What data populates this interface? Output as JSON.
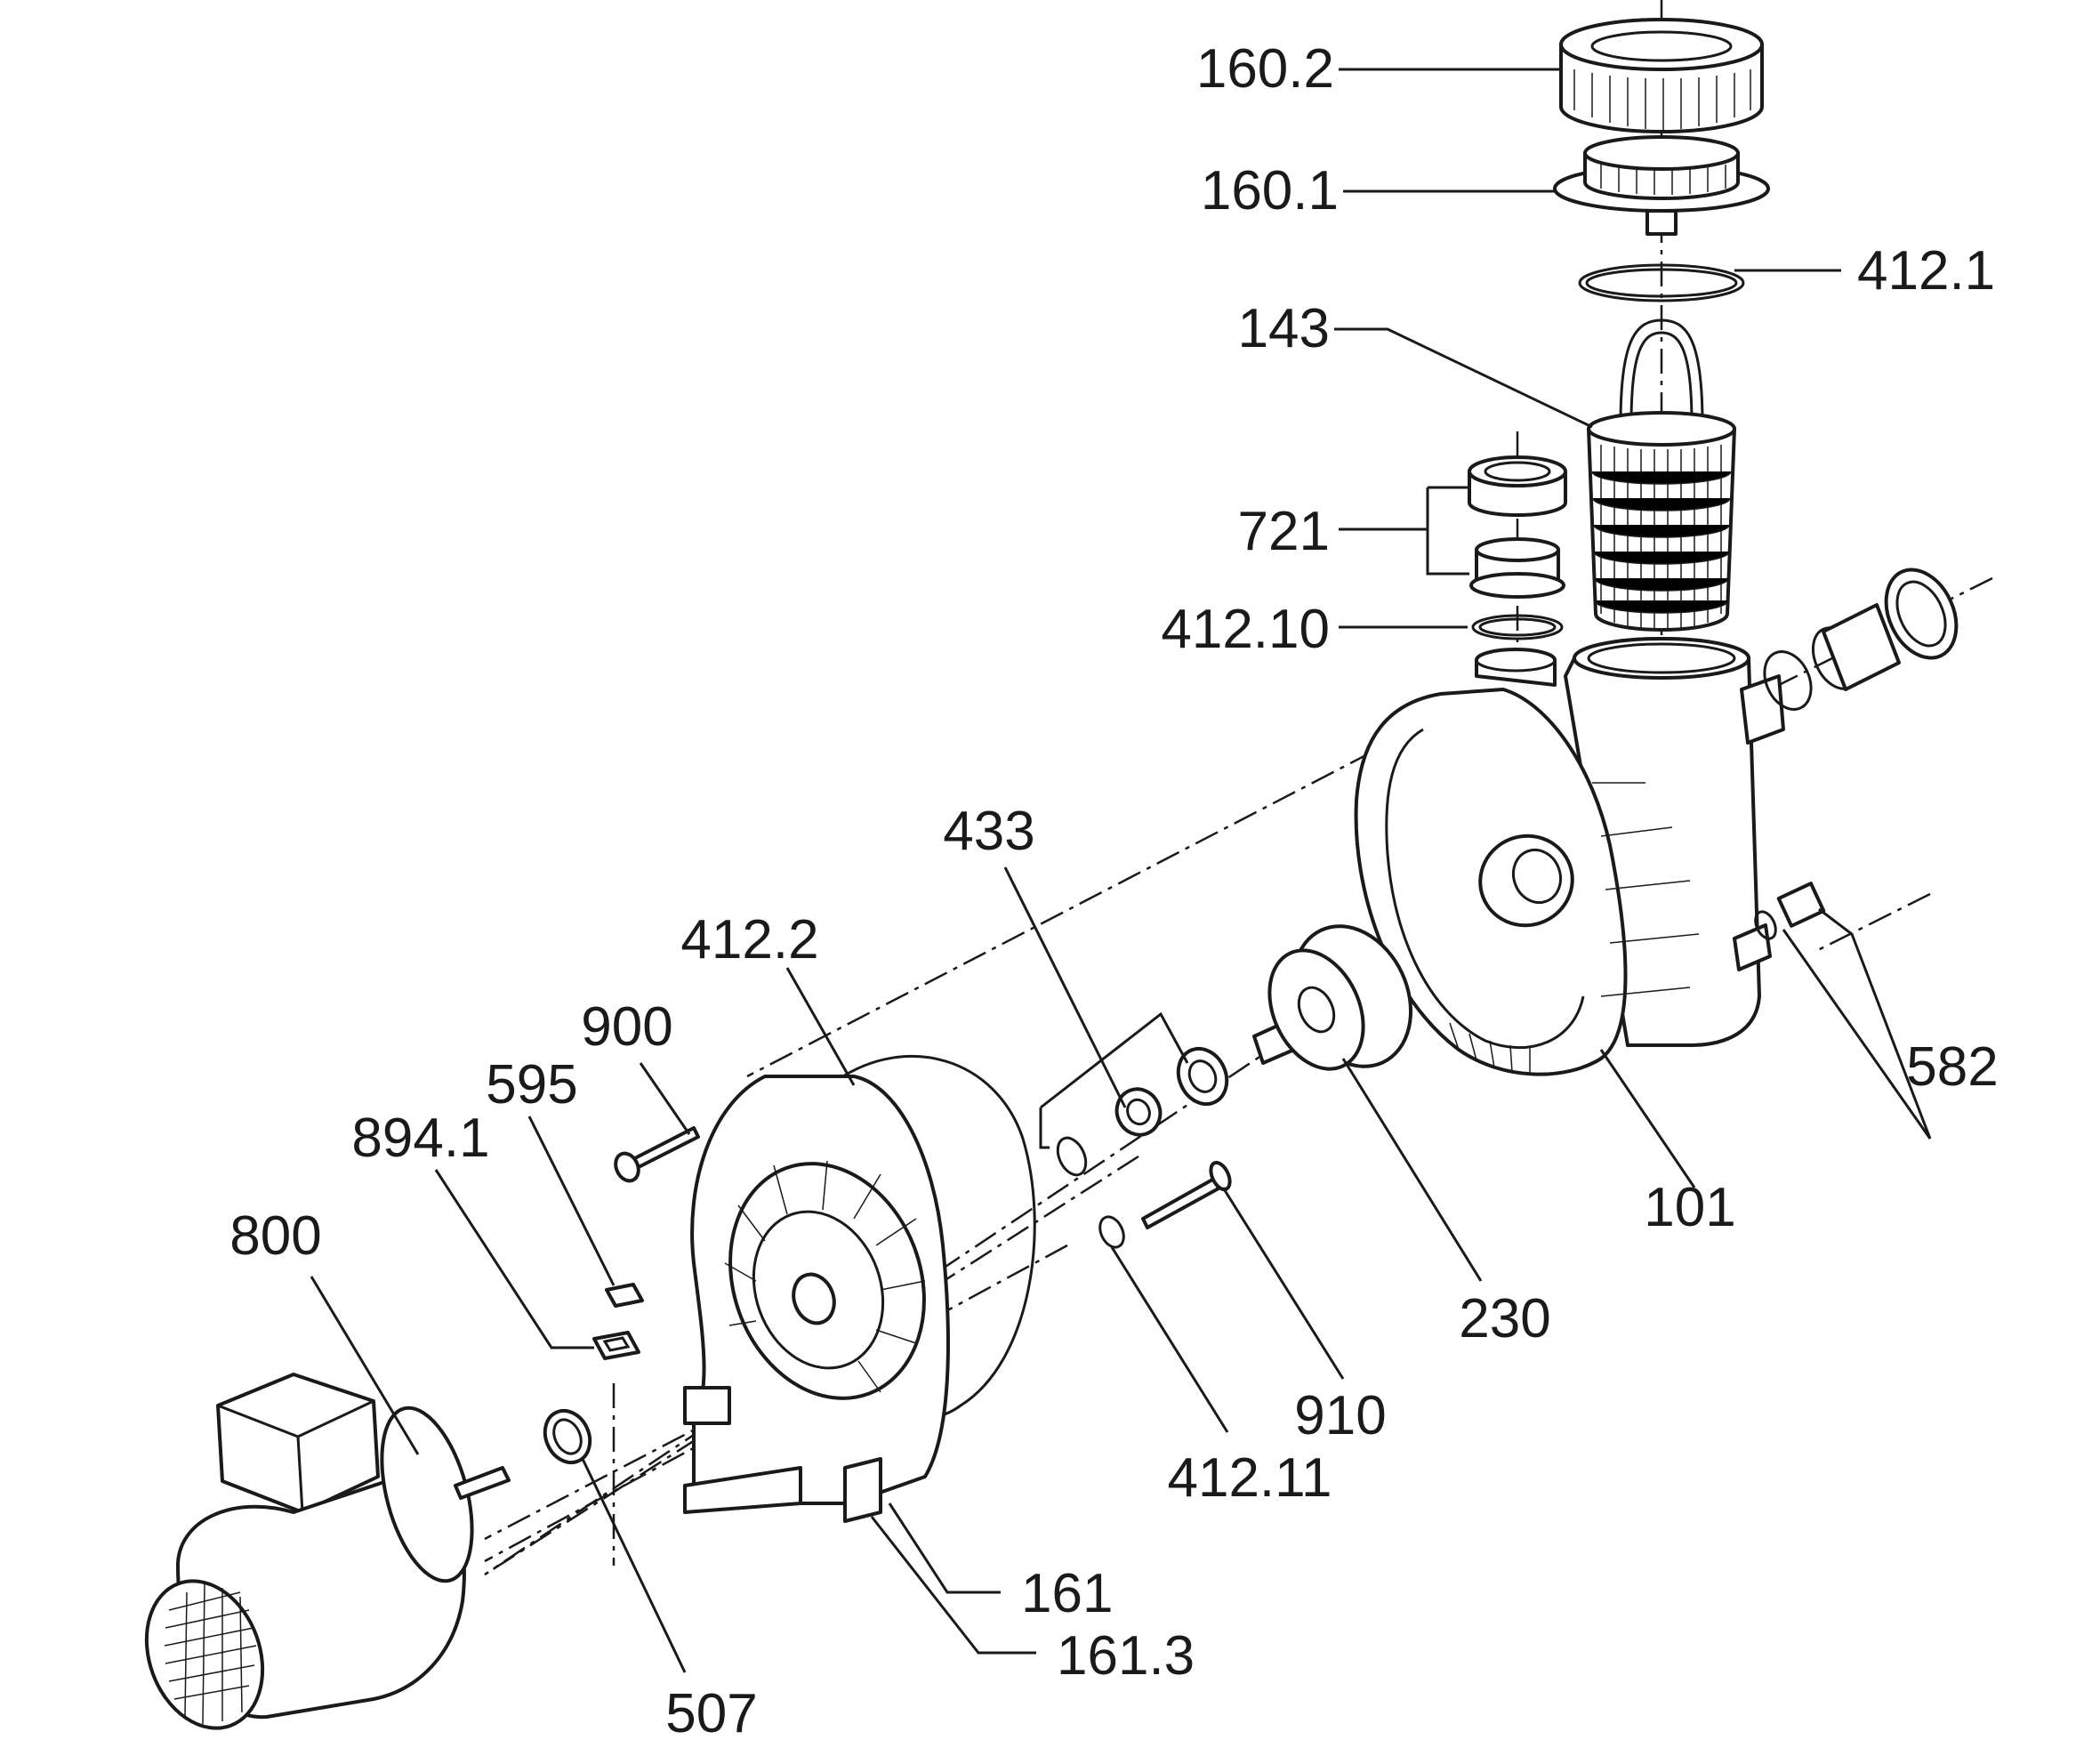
{
  "labels": [
    {
      "id": "160-2",
      "text": "160.2"
    },
    {
      "id": "160-1",
      "text": "160.1"
    },
    {
      "id": "412-1",
      "text": "412.1"
    },
    {
      "id": "143",
      "text": "143"
    },
    {
      "id": "721",
      "text": "721"
    },
    {
      "id": "412-10",
      "text": "412.10"
    },
    {
      "id": "433",
      "text": "433"
    },
    {
      "id": "412-2",
      "text": "412.2"
    },
    {
      "id": "900",
      "text": "900"
    },
    {
      "id": "595",
      "text": "595"
    },
    {
      "id": "894-1",
      "text": "894.1"
    },
    {
      "id": "800",
      "text": "800"
    },
    {
      "id": "582",
      "text": "582"
    },
    {
      "id": "101",
      "text": "101"
    },
    {
      "id": "230",
      "text": "230"
    },
    {
      "id": "910",
      "text": "910"
    },
    {
      "id": "412-11",
      "text": "412.11"
    },
    {
      "id": "161",
      "text": "161"
    },
    {
      "id": "161-3",
      "text": "161.3"
    },
    {
      "id": "507",
      "text": "507"
    }
  ]
}
